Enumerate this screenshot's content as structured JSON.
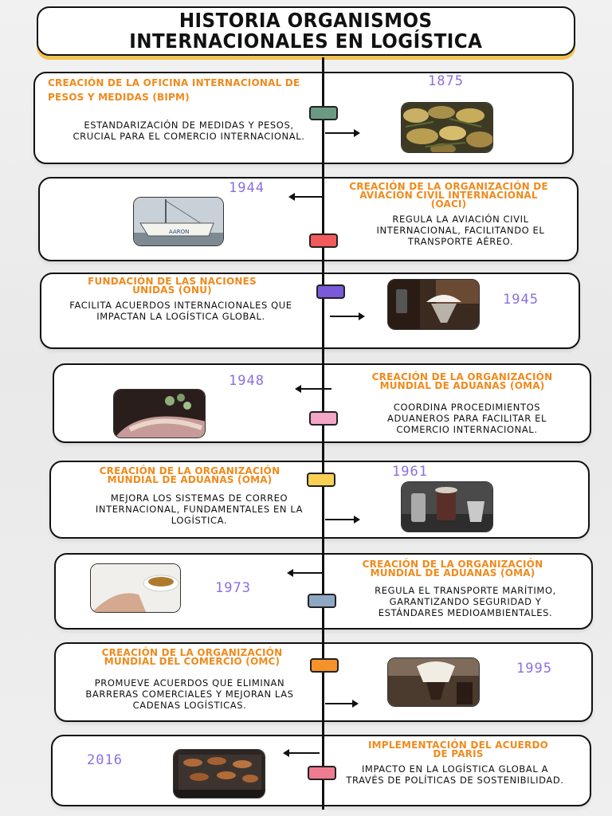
{
  "title": {
    "line1": "HISTORIA ORGANISMOS",
    "line2": "INTERNACIONALES EN LOGÍSTICA"
  },
  "colors": {
    "marker_1875": "#6b9a82",
    "marker_1944": "#f25b5b",
    "marker_1945": "#7a5ad9",
    "marker_1948": "#f4a6c8",
    "marker_1961": "#f7d054",
    "marker_1973": "#8ea8c3",
    "marker_1995": "#f6922a",
    "marker_2016": "#ee7b90"
  },
  "events": [
    {
      "year": "1875",
      "heading": "CREACIÓN DE LA OFICINA INTERNACIONAL DE PESOS Y MEDIDAS (BIPM)",
      "description": "ESTANDARIZACIÓN DE MEDIDAS Y PESOS, CRUCIAL PARA EL COMERCIO INTERNACIONAL.",
      "photo_icon": "potatoes-photo"
    },
    {
      "year": "1944",
      "heading": "CREACIÓN DE LA ORGANIZACIÓN DE AVIACIÓN CIVIL INTERNACIONAL (OACI)",
      "description": "REGULA LA AVIACIÓN CIVIL INTERNACIONAL, FACILITANDO EL TRANSPORTE AÉREO.",
      "photo_icon": "sailboat-photo"
    },
    {
      "year": "1945",
      "heading": "FUNDACIÓN DE LAS NACIONES UNIDAS (ONU)",
      "description": "FACILITA ACUERDOS INTERNACIONALES QUE IMPACTAN LA LOGÍSTICA GLOBAL.",
      "photo_icon": "coffee-dripper-photo"
    },
    {
      "year": "1948",
      "heading": "CREACIÓN DE LA ORGANIZACIÓN MUNDIAL DE ADUANAS (OMA)",
      "description": "COORDINA PROCEDIMIENTOS ADUANEROS PARA FACILITAR EL COMERCIO INTERNACIONAL.",
      "photo_icon": "plants-photo"
    },
    {
      "year": "1961",
      "heading": "CREACIÓN DE LA ORGANIZACIÓN MUNDIAL DE ADUANAS (OMA)",
      "description": "MEJORA LOS SISTEMAS DE CORREO INTERNACIONAL, FUNDAMENTALES EN LA LOGÍSTICA.",
      "photo_icon": "coffee-grinder-photo"
    },
    {
      "year": "1973",
      "heading": "CREACIÓN DE LA ORGANIZACIÓN MUNDIAL DE ADUANAS (OMA)",
      "description": "REGULA EL TRANSPORTE MARÍTIMO, GARANTIZANDO SEGURIDAD Y ESTÁNDARES MEDIOAMBIENTALES.",
      "photo_icon": "tea-cup-photo"
    },
    {
      "year": "1995",
      "heading": "CREACIÓN DE LA ORGANIZACIÓN MUNDIAL DEL COMERCIO (OMC)",
      "description": "PROMUEVE ACUERDOS QUE ELIMINAN BARRERAS COMERCIALES Y MEJORAN LAS CADENAS LOGÍSTICAS.",
      "photo_icon": "pour-over-photo"
    },
    {
      "year": "2016",
      "heading": "IMPLEMENTACIÓN DEL ACUERDO DE PARÍS",
      "description": "IMPACTO EN LA LOGÍSTICA GLOBAL A TRAVÉS DE POLÍTICAS DE SOSTENIBILIDAD.",
      "photo_icon": "pastries-photo"
    }
  ]
}
